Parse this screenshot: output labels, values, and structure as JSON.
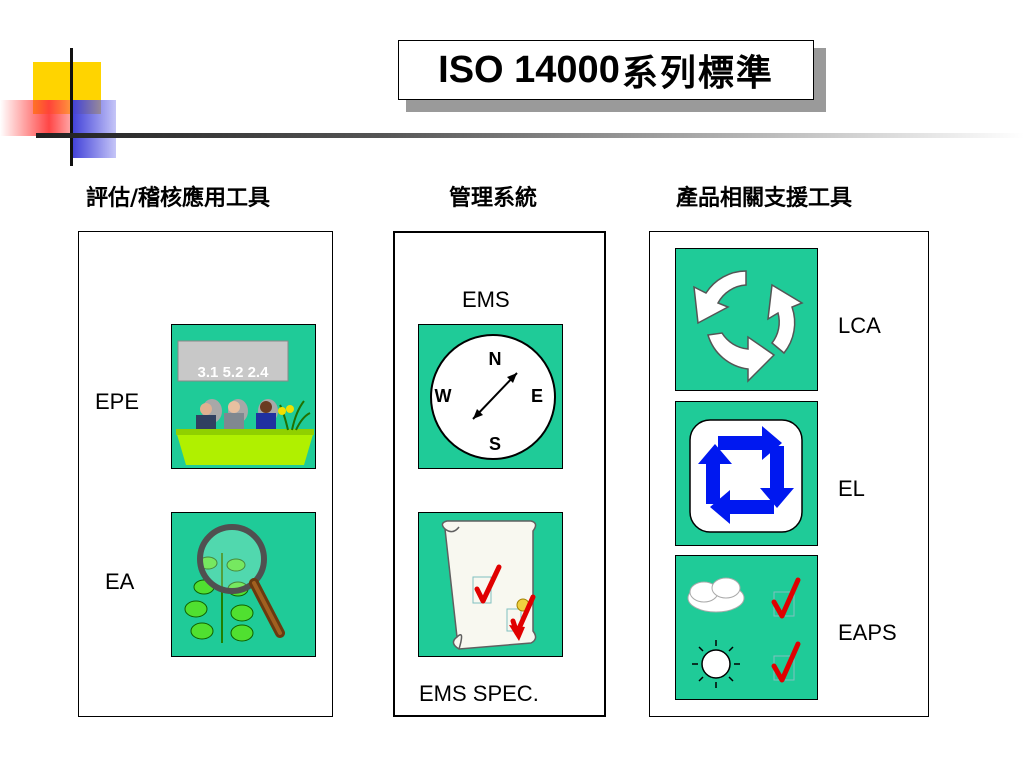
{
  "title": {
    "latin": "ISO 14000",
    "chinese": "系列標準"
  },
  "columns": [
    {
      "heading": "評估/稽核應用工具",
      "items": [
        {
          "label": "EPE",
          "slide_numbers": "3.1 5.2 2.4"
        },
        {
          "label": "EA"
        }
      ]
    },
    {
      "heading": "管理系統",
      "items": [
        {
          "label": "EMS",
          "compass": {
            "n": "N",
            "e": "E",
            "s": "S",
            "w": "W"
          }
        },
        {
          "label": "EMS SPEC."
        }
      ]
    },
    {
      "heading": "產品相關支援工具",
      "items": [
        {
          "label": "LCA"
        },
        {
          "label": "EL"
        },
        {
          "label": "EAPS"
        }
      ]
    }
  ],
  "colors": {
    "tile_green": "#1fcb98",
    "accent_yellow": "#ffd400",
    "accent_blue": "#4040d8",
    "accent_red": "#ff3c3c",
    "check_red": "#e00000",
    "recycle_blue": "#0018f0"
  },
  "icons": [
    "meeting-panel-icon",
    "magnifier-plant-icon",
    "compass-icon",
    "scroll-certificate-icon",
    "recycle-circle-icon",
    "eco-label-icon",
    "cloud-icon",
    "sun-icon",
    "checkmark-icon"
  ]
}
